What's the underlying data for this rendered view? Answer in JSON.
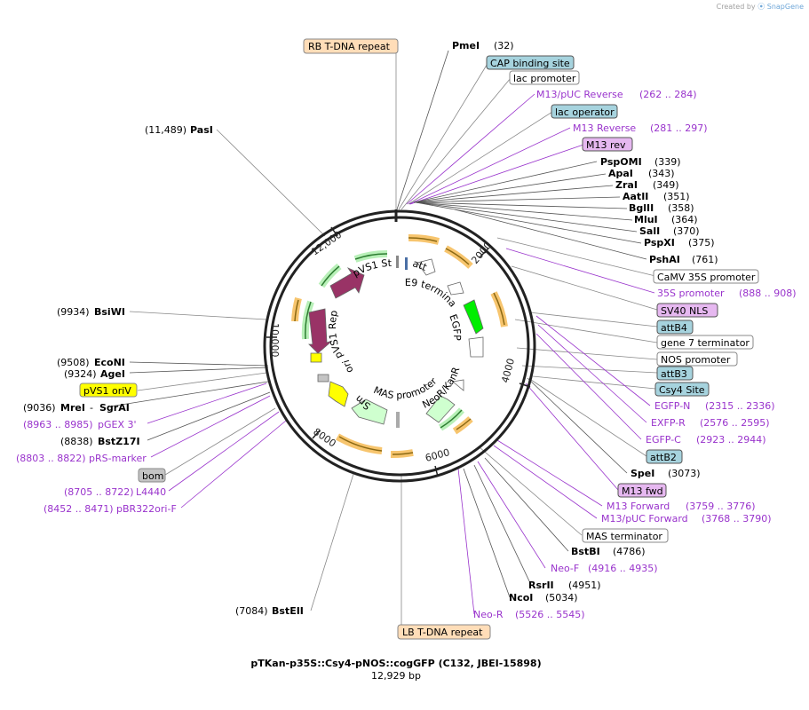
{
  "credit": {
    "prefix": "Created by",
    "brand": "SnapGene"
  },
  "title": "pTKan-p35S::Csy4-pNOS::cogGFP (C132, JBEI-15898)",
  "length": "12,929 bp",
  "colors": {
    "backbone": "#222222",
    "enzyme_line": "#555555",
    "primer": "#9933cc",
    "feature_line": "#888888",
    "promoter_box": "#ffffff",
    "rbs_box": "#a6d3de",
    "misc_box": "#ffddb8",
    "purple_box": "#e6b8f0",
    "yellow_box": "#ffff00",
    "grey_box": "#c4c4c4",
    "orange_arrow": "#f7c56e",
    "green_feature": "#00ee00",
    "pale_green": "#cfffcf",
    "repA": "#993366",
    "oriV": "#ffff00"
  },
  "ring_ticks": [
    {
      "label": "2000"
    },
    {
      "label": "4000"
    },
    {
      "label": "6000"
    },
    {
      "label": "8000"
    },
    {
      "label": "10,000"
    },
    {
      "label": "12,000"
    }
  ],
  "enzymes_right": [
    {
      "name": "PmeI",
      "pos": "(32)"
    },
    {
      "name": "PspOMI",
      "pos": "(339)"
    },
    {
      "name": "ApaI",
      "pos": "(343)"
    },
    {
      "name": "ZraI",
      "pos": "(349)"
    },
    {
      "name": "AatII",
      "pos": "(351)"
    },
    {
      "name": "BglII",
      "pos": "(358)"
    },
    {
      "name": "MluI",
      "pos": "(364)"
    },
    {
      "name": "SalI",
      "pos": "(370)"
    },
    {
      "name": "PspXI",
      "pos": "(375)"
    },
    {
      "name": "PshAI",
      "pos": "(761)"
    },
    {
      "name": "SpeI",
      "pos": "(3073)"
    },
    {
      "name": "BstBI",
      "pos": "(4786)"
    },
    {
      "name": "RsrII",
      "pos": "(4951)"
    },
    {
      "name": "NcoI",
      "pos": "(5034)"
    }
  ],
  "enzymes_left": [
    {
      "name": "PasI",
      "pos": "(11,489)"
    },
    {
      "name": "BsiWI",
      "pos": "(9934)"
    },
    {
      "name": "EcoNI",
      "pos": "(9508)"
    },
    {
      "name": "AgeI",
      "pos": "(9324)"
    },
    {
      "name": "MreI",
      "name2": "SgrAI",
      "pos": "(9036)"
    },
    {
      "name": "BstZ17I",
      "pos": "(8838)"
    },
    {
      "name": "BstEII",
      "pos": "(7084)"
    }
  ],
  "primers_right": [
    {
      "name": "M13/pUC Reverse",
      "pos": "(262 .. 284)"
    },
    {
      "name": "M13 Reverse",
      "pos": "(281 .. 297)"
    },
    {
      "name": "35S promoter",
      "pos": "(888 .. 908)"
    },
    {
      "name": "EGFP-N",
      "pos": "(2315 .. 2336)"
    },
    {
      "name": "EXFP-R",
      "pos": "(2576 .. 2595)"
    },
    {
      "name": "EGFP-C",
      "pos": "(2923 .. 2944)"
    },
    {
      "name": "M13 Forward",
      "pos": "(3759 .. 3776)"
    },
    {
      "name": "M13/pUC Forward",
      "pos": "(3768 .. 3790)"
    },
    {
      "name": "Neo-F",
      "pos": "(4916 .. 4935)"
    },
    {
      "name": "Neo-R",
      "pos": "(5526 .. 5545)"
    }
  ],
  "primers_left": [
    {
      "name": "pGEX 3'",
      "pos": "(8963 .. 8985)"
    },
    {
      "name": "pRS-marker",
      "pos": "(8803 .. 8822)"
    },
    {
      "name": "L4440",
      "pos": "(8705 .. 8722)"
    },
    {
      "name": "pBR322ori-F",
      "pos": "(8452 .. 8471)"
    }
  ],
  "boxed_features": [
    {
      "name": "RB T-DNA repeat"
    },
    {
      "name": "CAP binding site"
    },
    {
      "name": "lac promoter"
    },
    {
      "name": "lac operator"
    },
    {
      "name": "M13 rev"
    },
    {
      "name": "CaMV 35S promoter"
    },
    {
      "name": "SV40 NLS"
    },
    {
      "name": "attB4"
    },
    {
      "name": "gene 7 terminator"
    },
    {
      "name": "NOS promoter"
    },
    {
      "name": "attB3"
    },
    {
      "name": "Csy4 Site"
    },
    {
      "name": "attB2"
    },
    {
      "name": "M13 fwd"
    },
    {
      "name": "MAS terminator"
    },
    {
      "name": "LB T-DNA repeat"
    },
    {
      "name": "pVS1 oriV"
    },
    {
      "name": "bom"
    }
  ],
  "inner_features": [
    {
      "name": "attB1"
    },
    {
      "name": "E9 terminator"
    },
    {
      "name": "EGFP"
    },
    {
      "name": "NeoR/KanR"
    },
    {
      "name": "MAS promoter"
    },
    {
      "name": "SmR"
    },
    {
      "name": "ori"
    },
    {
      "name": "pVS1 RepA"
    },
    {
      "name": "pVS1 StaA"
    }
  ]
}
